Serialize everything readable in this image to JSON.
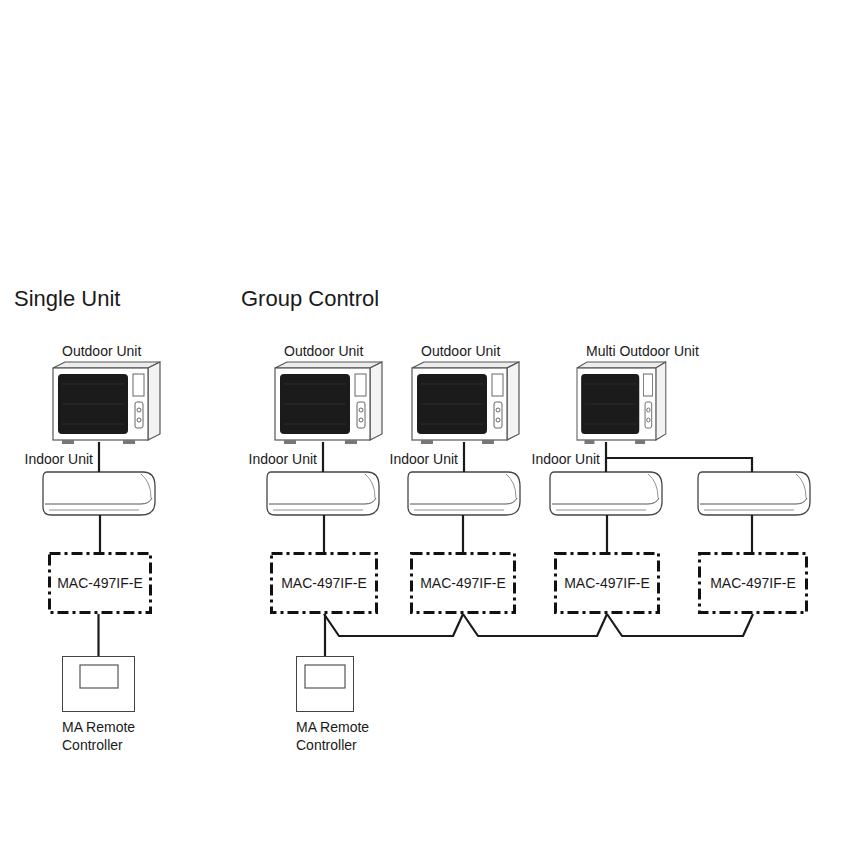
{
  "diagram": {
    "nodes": [
      {
        "text": [
          "Outdoor Unit"
        ]
      },
      {
        "text": [
          "Outdoor Unit"
        ]
      },
      {
        "text": [
          "Outdoor Unit"
        ]
      },
      {
        "text": [
          "Multi Outdoor Unit"
        ]
      },
      {
        "text": [
          "Indoor Unit"
        ]
      },
      {
        "text": [
          "Indoor Unit"
        ]
      },
      {
        "text": [
          "Indoor Unit"
        ]
      },
      {
        "text": [
          "Indoor Unit"
        ]
      },
      {
        "text": [
          "MAC-497IF-E"
        ]
      },
      {
        "text": [
          "MAC-497IF-E"
        ]
      },
      {
        "text": [
          "MAC-497IF-E"
        ]
      },
      {
        "text": [
          "MAC-497IF-E"
        ]
      },
      {
        "text": [
          "MAC-497IF-E"
        ]
      },
      {
        "text": [
          "MA Remote Controller"
        ]
      },
      {
        "text": [
          "MA Remote Controller"
        ]
      }
    ],
    "edges": [
      {
        "from": 0,
        "to": 4,
        "arrow": "none"
      },
      {
        "from": 1,
        "to": 5,
        "arrow": "none"
      },
      {
        "from": 2,
        "to": 6,
        "arrow": "none"
      },
      {
        "from": 3,
        "to": 7,
        "arrow": "none"
      },
      {
        "from": 4,
        "to": 8,
        "arrow": "none"
      },
      {
        "from": 5,
        "to": 9,
        "arrow": "none"
      },
      {
        "from": 6,
        "to": 10,
        "arrow": "none"
      },
      {
        "from": 7,
        "to": 11,
        "arrow": "none"
      },
      {
        "from": 8,
        "to": 13,
        "arrow": "none"
      },
      {
        "from": 9,
        "to": 14,
        "arrow": "none"
      },
      {
        "from": 9,
        "to": 10,
        "arrow": "none"
      },
      {
        "from": 10,
        "to": 11,
        "arrow": "none"
      },
      {
        "from": 11,
        "to": 12,
        "arrow": "none"
      }
    ],
    "labels": [
      "Single Unit",
      "Group Control"
    ]
  }
}
